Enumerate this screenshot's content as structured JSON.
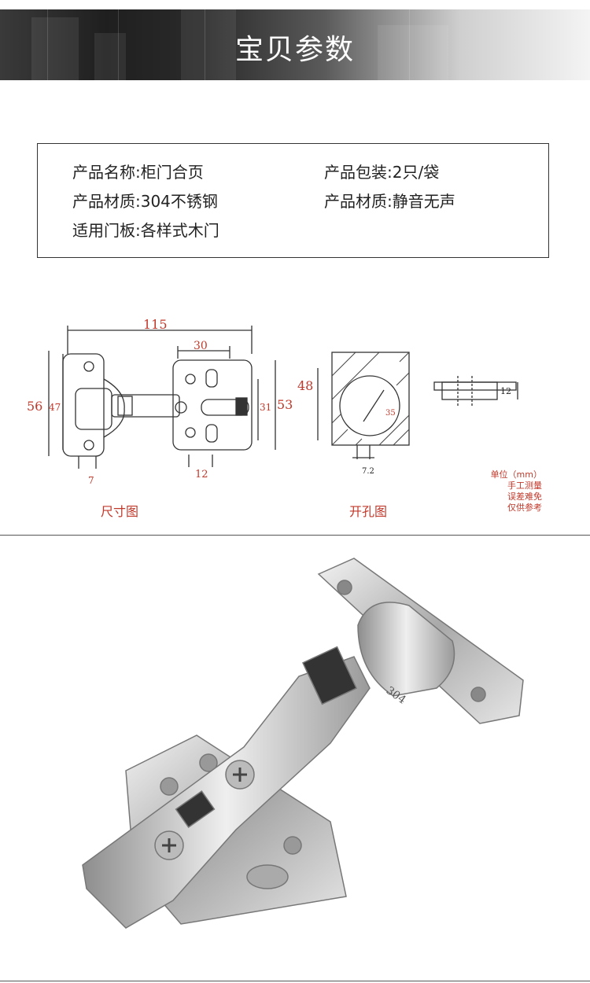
{
  "banner": {
    "title": "宝贝参数"
  },
  "specs": [
    {
      "label": "产品名称:柜门合页"
    },
    {
      "label": "产品包装:2只/袋"
    },
    {
      "label": "产品材质:304不锈钢"
    },
    {
      "label": "产品材质:静音无声"
    },
    {
      "label": "适用门板:各样式木门"
    }
  ],
  "dimensions": {
    "width_total": "115",
    "width_cup": "30",
    "height_outer": "56",
    "height_inner": "47",
    "height_arm": "31",
    "height_arm_outer": "53",
    "offset": "7",
    "hole_spacing": "12",
    "caption": "尺寸图"
  },
  "drilling": {
    "depth": "48",
    "diameter": "35",
    "edge": "7.2",
    "cup_depth": "12",
    "caption": "开孔图"
  },
  "note": {
    "unit": "单位（mm）",
    "line1": "手工测量",
    "line2": "误差难免",
    "line3": "仅供参考"
  },
  "photo": {
    "stamp": "304"
  },
  "colors": {
    "accent": "#c0392b",
    "banner_dark": "#1f1f1f"
  }
}
